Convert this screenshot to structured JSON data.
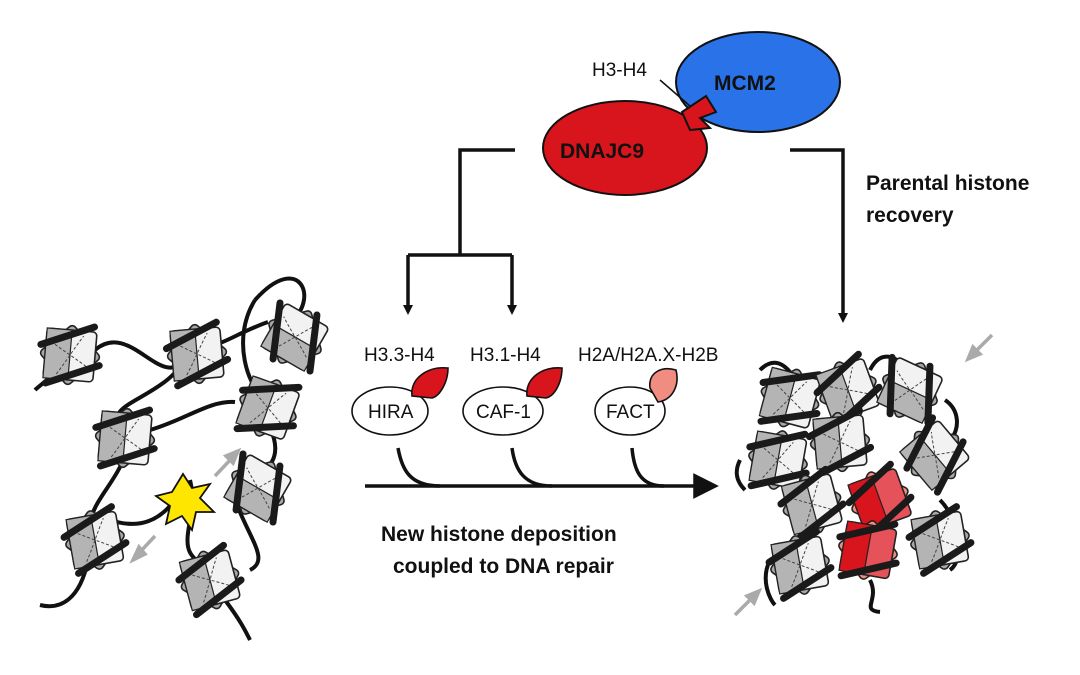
{
  "complex": {
    "histone_label": "H3-H4",
    "protein_a": "MCM2",
    "protein_b": "DNAJC9",
    "protein_a_color": "#2a72e8",
    "protein_b_color": "#d8141c"
  },
  "parental_label": [
    "Parental histone",
    "recovery"
  ],
  "chaperones": [
    {
      "cargo": "H3.3-H4",
      "name": "HIRA",
      "cargo_color": "#d8141c"
    },
    {
      "cargo": "H3.1-H4",
      "name": "CAF-1",
      "cargo_color": "#d8141c"
    },
    {
      "cargo": "H2A/H2A.X-H2B",
      "name": "FACT",
      "cargo_color": "#f08c80"
    }
  ],
  "deposition_label": [
    "New histone deposition",
    "coupled to DNA repair"
  ],
  "icons": {
    "dna_damage": "yellow-star-icon",
    "nucleosome": "nucleosome-icon",
    "compaction_arrow": "gray-arrow-icon"
  },
  "colors": {
    "damage_star": "#ffe600",
    "parental_nucleosome": "#9a9a9a",
    "new_nucleosome": "#d8141c",
    "new_h2a_h2b": "#f08c80"
  }
}
